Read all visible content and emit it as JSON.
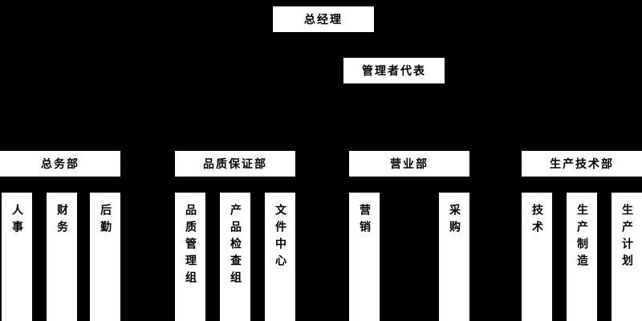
{
  "org": {
    "root": "总经理",
    "representative": "管理者代表",
    "departments": [
      {
        "name": "总务部",
        "children": [
          "人事",
          "财务",
          "后勤"
        ]
      },
      {
        "name": "品质保证部",
        "children": [
          "品质管理组",
          "产品检查组",
          "文件中心"
        ]
      },
      {
        "name": "营业部",
        "children": [
          "营销",
          "采购"
        ]
      },
      {
        "name": "生产技术部",
        "children": [
          "技术",
          "生产制造",
          "生产计划"
        ]
      }
    ],
    "colors": {
      "background": "#000000",
      "box_background": "#ffffff",
      "box_text": "#000000"
    }
  }
}
